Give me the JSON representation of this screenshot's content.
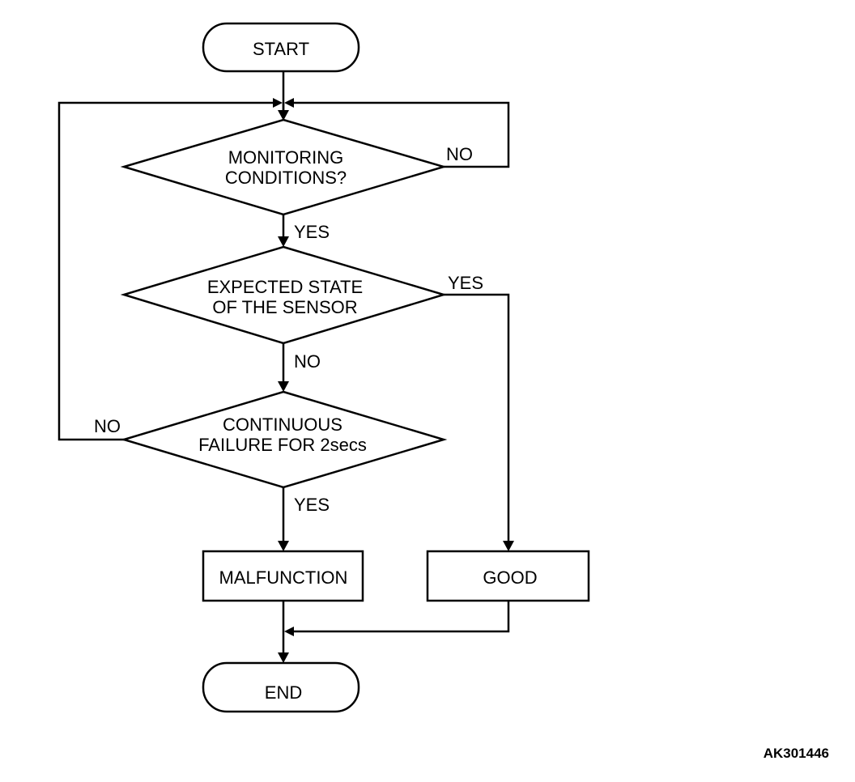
{
  "nodes": {
    "start": {
      "label": "START"
    },
    "monitoring": {
      "lines": [
        "MONITORING",
        "CONDITIONS?"
      ]
    },
    "expected": {
      "lines": [
        "EXPECTED STATE",
        "OF THE SENSOR"
      ]
    },
    "continuous": {
      "lines": [
        "CONTINUOUS",
        "FAILURE FOR 2secs"
      ]
    },
    "malfunction": {
      "label": "MALFUNCTION"
    },
    "good": {
      "label": "GOOD"
    },
    "end": {
      "label": "END"
    }
  },
  "edges": {
    "monitoring_yes": "YES",
    "monitoring_no": "NO",
    "expected_yes": "YES",
    "expected_no": "NO",
    "continuous_yes": "YES",
    "continuous_no": "NO"
  },
  "figure_id": "AK301446"
}
